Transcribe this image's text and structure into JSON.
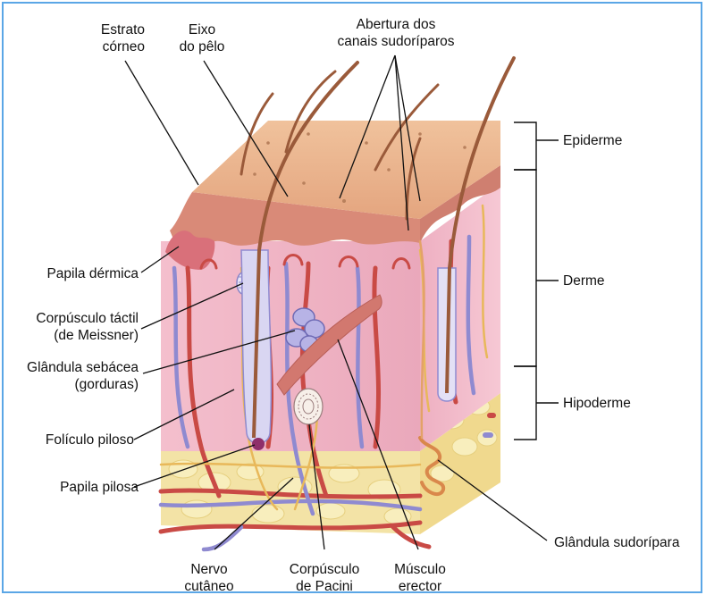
{
  "labels": {
    "estrato_corneo": [
      "Estrato",
      "córneo"
    ],
    "eixo_pelo": [
      "Eixo",
      "do pêlo"
    ],
    "abertura": [
      "Abertura dos",
      "canais sudoríparos"
    ],
    "epiderme": "Epiderme",
    "derme": "Derme",
    "hipoderme": "Hipoderme",
    "papila_dermica": "Papila dérmica",
    "corpusculo_tactil": [
      "Corpúsculo táctil",
      "(de Meissner)"
    ],
    "glandula_sebacea": [
      "Glândula sebácea",
      "(gorduras)"
    ],
    "foliculo_piloso": "Folículo piloso",
    "papila_pilosa": "Papila pilosa",
    "glandula_sudoripara": "Glândula sudorípara",
    "nervo_cutaneo": [
      "Nervo",
      "cutâneo"
    ],
    "corpusculo_pacini": [
      "Corpúsculo",
      "de Pacini"
    ],
    "musculo_erector": [
      "Músculo",
      "erector"
    ]
  },
  "colors": {
    "frame": "#5aa6e6",
    "epidermis_top": "#e9b48c",
    "epidermis_side": "#d98a78",
    "dermis": "#f2b8c6",
    "hypodermis": "#f3e3a6",
    "artery": "#c94a45",
    "vein": "#8f8ad0",
    "hair": "#9a5a3a",
    "nerve": "#e8b85a"
  }
}
